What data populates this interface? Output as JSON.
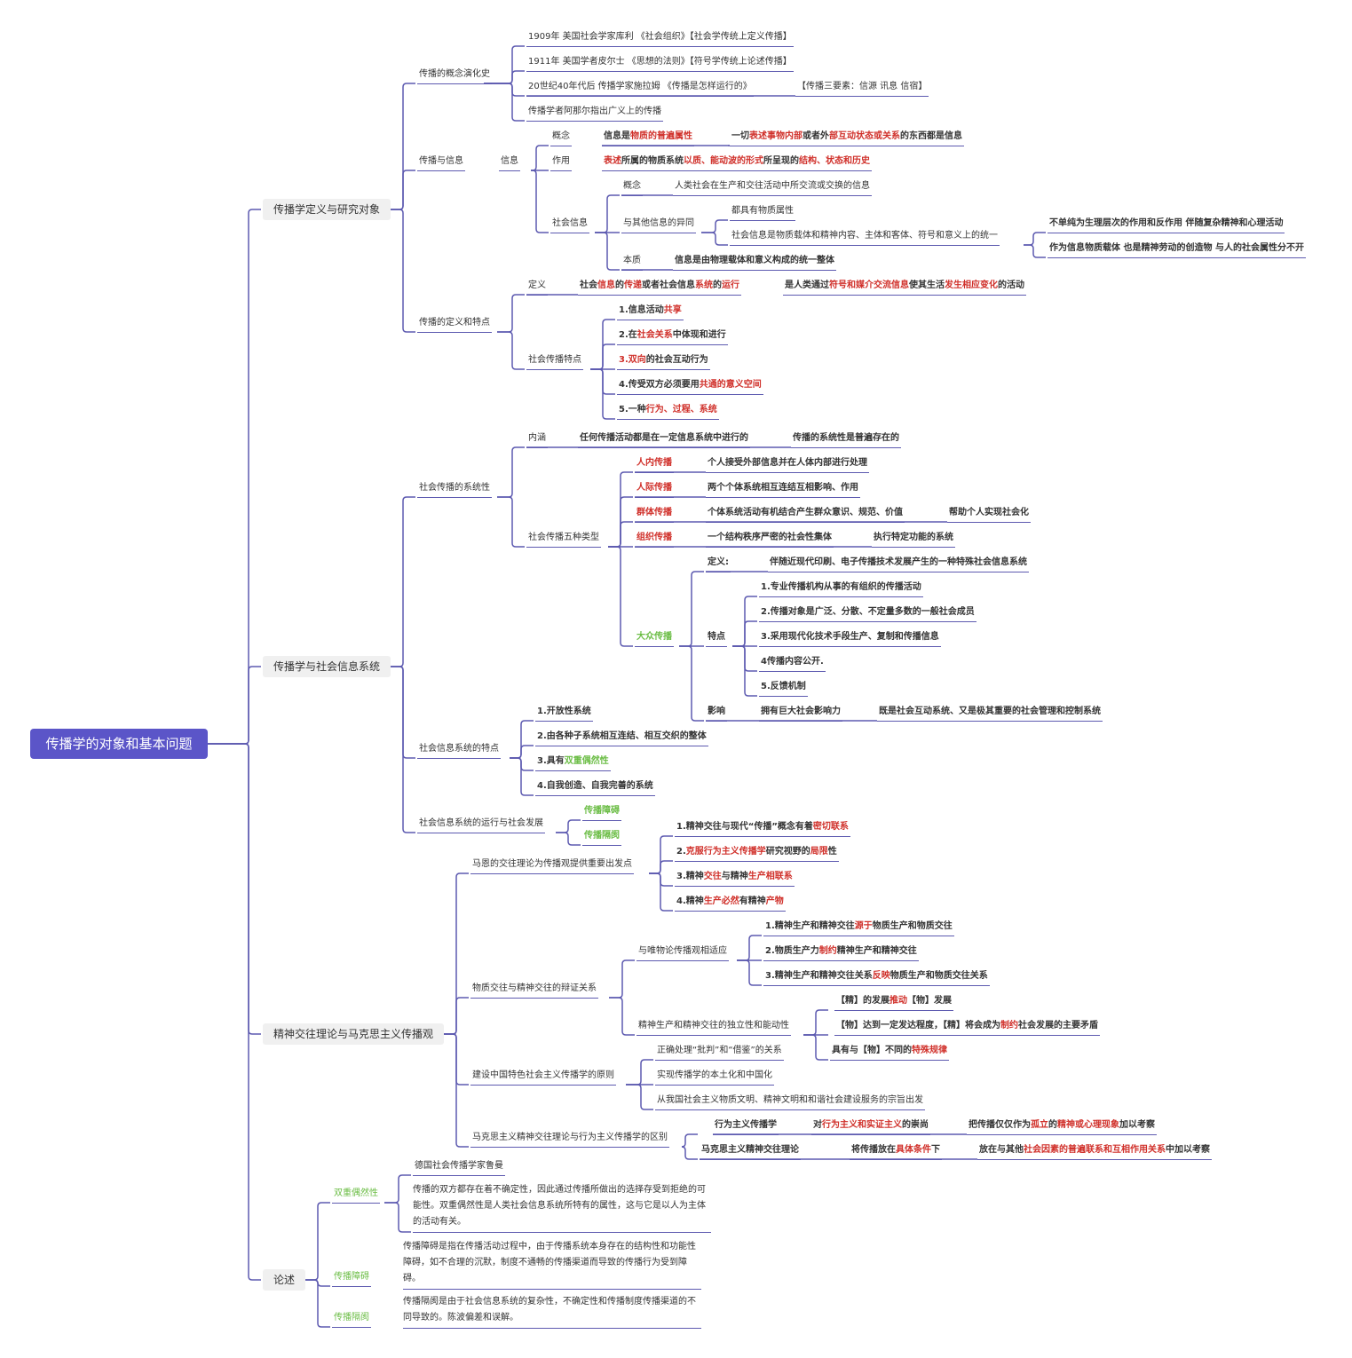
{
  "root": "传播学的对象和基本问题",
  "colors": {
    "line": "#5d5ab0",
    "root_bg": "#5b55c8",
    "emphasis": "#d0302a",
    "green": "#6bbd45"
  },
  "nodes": [
    {
      "id": "a",
      "t": [
        {
          "s": "传播学定义与研究对象"
        }
      ]
    },
    {
      "id": "a1",
      "t": [
        {
          "s": "传播的概念演化史"
        }
      ]
    },
    {
      "id": "a1a",
      "t": [
        {
          "s": "1909年 美国社会学家库利 《社会组织》【社会学传统上定义传播】"
        }
      ]
    },
    {
      "id": "a1b",
      "t": [
        {
          "s": "1911年 美国学者皮尔士 《思想的法则》【符号学传统上论述传播】"
        }
      ]
    },
    {
      "id": "a1c",
      "t": [
        {
          "s": "20世纪40年代后 传播学家施拉姆 《传播是怎样运行的》"
        }
      ]
    },
    {
      "id": "a1c2",
      "t": [
        {
          "s": "【传播三要素：信源 讯息 信宿】"
        }
      ]
    },
    {
      "id": "a1d",
      "t": [
        {
          "s": "传播学者阿那尔指出广义上的传播"
        }
      ]
    },
    {
      "id": "a2",
      "t": [
        {
          "s": "传播与信息"
        }
      ]
    },
    {
      "id": "a2a",
      "t": [
        {
          "s": "信息"
        }
      ]
    },
    {
      "id": "a2a1",
      "t": [
        {
          "s": "概念"
        }
      ]
    },
    {
      "id": "a2a1v",
      "t": [
        {
          "s": "信息是",
          "b": 1
        },
        {
          "s": "物质的普遍属性",
          "r": 1
        }
      ]
    },
    {
      "id": "a2a1w",
      "t": [
        {
          "s": "一切",
          "b": 1
        },
        {
          "s": "表述事物内部",
          "r": 1
        },
        {
          "s": "或者外",
          "b": 1
        },
        {
          "s": "部互动状态或关系",
          "r": 1
        },
        {
          "s": "的东西都是信息",
          "b": 1
        }
      ]
    },
    {
      "id": "a2a2",
      "t": [
        {
          "s": "作用"
        }
      ]
    },
    {
      "id": "a2a2v",
      "t": [
        {
          "s": "表述",
          "r": 1
        },
        {
          "s": "所属的物质系统",
          "b": 1
        },
        {
          "s": "以质、能动波的形式",
          "r": 1
        },
        {
          "s": "所呈现的",
          "b": 1
        },
        {
          "s": "结构、状态和历史",
          "r": 1
        }
      ]
    },
    {
      "id": "a2a3",
      "t": [
        {
          "s": "社会信息"
        }
      ]
    },
    {
      "id": "a2a3a",
      "t": [
        {
          "s": "概念"
        }
      ]
    },
    {
      "id": "a2a3av",
      "t": [
        {
          "s": "人类社会在生产和交往活动中所交流或交换的信息"
        }
      ]
    },
    {
      "id": "a2a3b",
      "t": [
        {
          "s": "与其他信息的异同"
        }
      ]
    },
    {
      "id": "a2a3b1",
      "t": [
        {
          "s": "都具有物质属性"
        }
      ]
    },
    {
      "id": "a2a3b2",
      "t": [
        {
          "s": "社会信息是物质载体和精神内容、主体和客体、符号和意义上的统一"
        }
      ]
    },
    {
      "id": "a2a3b2a",
      "t": [
        {
          "s": "不单纯为生理层次的作用和反作用 伴随复杂精神和心理活动",
          "b": 1
        }
      ]
    },
    {
      "id": "a2a3b2b",
      "t": [
        {
          "s": "作为信息物质载体 也是精神劳动的创造物 与人的社会属性分不开",
          "b": 1
        }
      ]
    },
    {
      "id": "a2a3c",
      "t": [
        {
          "s": "本质"
        }
      ]
    },
    {
      "id": "a2a3cv",
      "t": [
        {
          "s": "信息是由物理载体和意义构成的统一整体",
          "b": 1
        }
      ]
    },
    {
      "id": "a3",
      "t": [
        {
          "s": "传播的定义和特点"
        }
      ]
    },
    {
      "id": "a3a",
      "t": [
        {
          "s": "定义"
        }
      ]
    },
    {
      "id": "a3av",
      "t": [
        {
          "s": "社会",
          "b": 1
        },
        {
          "s": "信息",
          "r": 1
        },
        {
          "s": "的",
          "b": 1
        },
        {
          "s": "传递",
          "r": 1
        },
        {
          "s": "或者社会信息",
          "b": 1
        },
        {
          "s": "系统",
          "r": 1
        },
        {
          "s": "的",
          "b": 1
        },
        {
          "s": "运行",
          "r": 1
        }
      ]
    },
    {
      "id": "a3aw",
      "t": [
        {
          "s": "是人类通过",
          "b": 1
        },
        {
          "s": "符号和媒介交流信息",
          "r": 1
        },
        {
          "s": "使其生活",
          "b": 1
        },
        {
          "s": "发生相应变化",
          "r": 1
        },
        {
          "s": "的活动",
          "b": 1
        }
      ]
    },
    {
      "id": "a3b",
      "t": [
        {
          "s": "社会传播特点"
        }
      ]
    },
    {
      "id": "a3b1",
      "t": [
        {
          "s": "1.信息活动",
          "b": 1
        },
        {
          "s": "共享",
          "r": 1
        }
      ]
    },
    {
      "id": "a3b2",
      "t": [
        {
          "s": "2.在",
          "b": 1
        },
        {
          "s": "社会关系",
          "r": 1
        },
        {
          "s": "中体现和进行",
          "b": 1
        }
      ]
    },
    {
      "id": "a3b3",
      "t": [
        {
          "s": "3.双向",
          "r": 1
        },
        {
          "s": "的社会互动行为",
          "b": 1
        }
      ]
    },
    {
      "id": "a3b4",
      "t": [
        {
          "s": "4.传受双方必须要用",
          "b": 1
        },
        {
          "s": "共通的意义空间",
          "r": 1
        }
      ]
    },
    {
      "id": "a3b5",
      "t": [
        {
          "s": "5.一种",
          "b": 1
        },
        {
          "s": "行为、过程、系统",
          "r": 1
        }
      ]
    },
    {
      "id": "b",
      "t": [
        {
          "s": "传播学与社会信息系统"
        }
      ]
    },
    {
      "id": "b1",
      "t": [
        {
          "s": "社会传播的系统性"
        }
      ]
    },
    {
      "id": "b1a",
      "t": [
        {
          "s": "内涵"
        }
      ]
    },
    {
      "id": "b1av",
      "t": [
        {
          "s": "任何传播活动都是在一定信息系统中进行的",
          "b": 1
        }
      ]
    },
    {
      "id": "b1aw",
      "t": [
        {
          "s": "传播的系统性是普遍存在的",
          "b": 1
        }
      ]
    },
    {
      "id": "b1b",
      "t": [
        {
          "s": "社会传播五种类型"
        }
      ]
    },
    {
      "id": "b1b1",
      "t": [
        {
          "s": "人内传播",
          "r": 1
        }
      ]
    },
    {
      "id": "b1b1v",
      "t": [
        {
          "s": "个人接受外部信息并在人体内部进行处理",
          "b": 1
        }
      ]
    },
    {
      "id": "b1b2",
      "t": [
        {
          "s": "人际传播",
          "r": 1
        }
      ]
    },
    {
      "id": "b1b2v",
      "t": [
        {
          "s": "两个个体系统相互连结互相影响、作用",
          "b": 1
        }
      ]
    },
    {
      "id": "b1b3",
      "t": [
        {
          "s": "群体传播",
          "r": 1
        }
      ]
    },
    {
      "id": "b1b3v",
      "t": [
        {
          "s": "个体系统活动有机结合产生群众意识、规范、价值",
          "b": 1
        }
      ]
    },
    {
      "id": "b1b3w",
      "t": [
        {
          "s": "帮助个人实现社会化",
          "b": 1
        }
      ]
    },
    {
      "id": "b1b4",
      "t": [
        {
          "s": "组织传播",
          "r": 1
        }
      ]
    },
    {
      "id": "b1b4v",
      "t": [
        {
          "s": "一个结构秩序严密的社会性集体",
          "b": 1
        }
      ]
    },
    {
      "id": "b1b4w",
      "t": [
        {
          "s": "执行特定功能的系统",
          "b": 1
        }
      ]
    },
    {
      "id": "b1b5",
      "t": [
        {
          "s": "大众传播",
          "b": 1,
          "g": 1
        }
      ]
    },
    {
      "id": "b1b5a",
      "t": [
        {
          "s": "定义:",
          "b": 1
        }
      ]
    },
    {
      "id": "b1b5av",
      "t": [
        {
          "s": "伴随近现代印刷、电子传播技术发展产生的一种特殊社会信息系统",
          "b": 1
        }
      ]
    },
    {
      "id": "b1b5b",
      "t": [
        {
          "s": "特点",
          "b": 1
        }
      ]
    },
    {
      "id": "b1b5b1",
      "t": [
        {
          "s": "1.专业传播机构从事的有组织的传播活动",
          "b": 1
        }
      ]
    },
    {
      "id": "b1b5b2",
      "t": [
        {
          "s": "2.传播对象是广泛、分散、不定量多数的一般社会成员",
          "b": 1
        }
      ]
    },
    {
      "id": "b1b5b3",
      "t": [
        {
          "s": "3.采用现代化技术手段生产、复制和传播信息",
          "b": 1
        }
      ]
    },
    {
      "id": "b1b5b4",
      "t": [
        {
          "s": "4传播内容公开.",
          "b": 1
        }
      ]
    },
    {
      "id": "b1b5b5",
      "t": [
        {
          "s": "5.反馈机制",
          "b": 1
        }
      ]
    },
    {
      "id": "b1b5c",
      "t": [
        {
          "s": "影响",
          "b": 1
        }
      ]
    },
    {
      "id": "b1b5cv",
      "t": [
        {
          "s": "拥有巨大社会影响力",
          "b": 1
        }
      ]
    },
    {
      "id": "b1b5cw",
      "t": [
        {
          "s": "既是社会互动系统、又是极其重要的社会管理和控制系统",
          "b": 1
        }
      ]
    },
    {
      "id": "b2",
      "t": [
        {
          "s": "社会信息系统的特点"
        }
      ]
    },
    {
      "id": "b2a",
      "t": [
        {
          "s": "1.开放性系统",
          "b": 1
        }
      ]
    },
    {
      "id": "b2b",
      "t": [
        {
          "s": "2.由各种子系统相互连结、相互交织的整体",
          "b": 1
        }
      ]
    },
    {
      "id": "b2c",
      "t": [
        {
          "s": "3.具有",
          "b": 1
        },
        {
          "s": "双重偶然性",
          "b": 1,
          "g": 1
        }
      ]
    },
    {
      "id": "b2d",
      "t": [
        {
          "s": "4.自我创造、自我完善的系统",
          "b": 1
        }
      ]
    },
    {
      "id": "b3",
      "t": [
        {
          "s": "社会信息系统的运行与社会发展"
        }
      ]
    },
    {
      "id": "b3a",
      "t": [
        {
          "s": "传播障碍",
          "b": 1,
          "g": 1
        }
      ]
    },
    {
      "id": "b3b",
      "t": [
        {
          "s": "传播隔阂",
          "b": 1,
          "g": 1
        }
      ]
    },
    {
      "id": "c",
      "t": [
        {
          "s": "精神交往理论与马克思主义传播观"
        }
      ]
    },
    {
      "id": "c1",
      "t": [
        {
          "s": "马恩的交往理论为传播观提供重要出发点"
        }
      ]
    },
    {
      "id": "c1a",
      "t": [
        {
          "s": "1.精神交往与现代“传播”概念有着",
          "b": 1
        },
        {
          "s": "密切联系",
          "r": 1
        }
      ]
    },
    {
      "id": "c1b",
      "t": [
        {
          "s": "2.",
          "b": 1
        },
        {
          "s": "克服行为主义传播学",
          "r": 1
        },
        {
          "s": "研究视野的",
          "b": 1
        },
        {
          "s": "局限",
          "r": 1
        },
        {
          "s": "性",
          "b": 1
        }
      ]
    },
    {
      "id": "c1c",
      "t": [
        {
          "s": "3.精神",
          "b": 1
        },
        {
          "s": "交往",
          "r": 1
        },
        {
          "s": "与精神",
          "b": 1
        },
        {
          "s": "生产相联系",
          "r": 1
        }
      ]
    },
    {
      "id": "c1d",
      "t": [
        {
          "s": "4.精神",
          "b": 1
        },
        {
          "s": "生产必然",
          "r": 1
        },
        {
          "s": "有精神",
          "b": 1
        },
        {
          "s": "产物",
          "r": 1
        }
      ]
    },
    {
      "id": "c2",
      "t": [
        {
          "s": "物质交往与精神交往的辩证关系"
        }
      ]
    },
    {
      "id": "c2a",
      "t": [
        {
          "s": "与唯物论传播观相适应"
        }
      ]
    },
    {
      "id": "c2a1",
      "t": [
        {
          "s": "1.精神生产和精神交往",
          "b": 1
        },
        {
          "s": "源于",
          "r": 1
        },
        {
          "s": "物质生产和物质交往",
          "b": 1
        }
      ]
    },
    {
      "id": "c2a2",
      "t": [
        {
          "s": "2.物质生产力",
          "b": 1
        },
        {
          "s": "制约",
          "r": 1
        },
        {
          "s": "精神生产和精神交往",
          "b": 1
        }
      ]
    },
    {
      "id": "c2a3",
      "t": [
        {
          "s": "3.精神生产和精神交往关系",
          "b": 1
        },
        {
          "s": "反映",
          "r": 1
        },
        {
          "s": "物质生产和物质交往关系",
          "b": 1
        }
      ]
    },
    {
      "id": "c2b",
      "t": [
        {
          "s": "精神生产和精神交往的独立性和能动性"
        }
      ]
    },
    {
      "id": "c2b1",
      "t": [
        {
          "s": "【精】的发展",
          "b": 1
        },
        {
          "s": "推动",
          "r": 1
        },
        {
          "s": "【物】发展",
          "b": 1
        }
      ]
    },
    {
      "id": "c2b2",
      "t": [
        {
          "s": "【物】达到一定发达程度，【精】将会成为",
          "b": 1
        },
        {
          "s": "制约",
          "r": 1
        },
        {
          "s": "社会发展的主要矛盾",
          "b": 1
        }
      ]
    },
    {
      "id": "c2b3",
      "t": [
        {
          "s": "具有与【物】不同的",
          "b": 1
        },
        {
          "s": "特殊规律",
          "r": 1
        }
      ]
    },
    {
      "id": "c3",
      "t": [
        {
          "s": "建设中国特色社会主义传播学的原则"
        }
      ]
    },
    {
      "id": "c3a",
      "t": [
        {
          "s": "正确处理“批判”和“借鉴”的关系"
        }
      ]
    },
    {
      "id": "c3b",
      "t": [
        {
          "s": "实现传播学的本土化和中国化"
        }
      ]
    },
    {
      "id": "c3c",
      "t": [
        {
          "s": "从我国社会主义物质文明、精神文明和和谐社会建设服务的宗旨出发"
        }
      ]
    },
    {
      "id": "c4",
      "t": [
        {
          "s": "马克思主义精神交往理论与行为主义传播学的区别"
        }
      ]
    },
    {
      "id": "c4a",
      "t": [
        {
          "s": "行为主义传播学",
          "b": 1
        }
      ]
    },
    {
      "id": "c4av",
      "t": [
        {
          "s": "对",
          "b": 1
        },
        {
          "s": "行为主义和实证主义",
          "r": 1
        },
        {
          "s": "的崇尚",
          "b": 1
        }
      ]
    },
    {
      "id": "c4aw",
      "t": [
        {
          "s": "把传播仅仅作为",
          "b": 1
        },
        {
          "s": "孤立",
          "r": 1
        },
        {
          "s": "的",
          "b": 1
        },
        {
          "s": "精神或心理现象",
          "r": 1
        },
        {
          "s": "加以考察",
          "b": 1
        }
      ]
    },
    {
      "id": "c4b",
      "t": [
        {
          "s": "马克思主义精神交往理论",
          "b": 1
        }
      ]
    },
    {
      "id": "c4bv",
      "t": [
        {
          "s": "将传播放在",
          "b": 1
        },
        {
          "s": "具体条件",
          "r": 1
        },
        {
          "s": "下",
          "b": 1
        }
      ]
    },
    {
      "id": "c4bw",
      "t": [
        {
          "s": "放在与其他",
          "b": 1
        },
        {
          "s": "社会因素的普遍联系和互相作用关系",
          "r": 1
        },
        {
          "s": "中加以考察",
          "b": 1
        }
      ]
    },
    {
      "id": "d",
      "t": [
        {
          "s": "论述"
        }
      ]
    },
    {
      "id": "d1",
      "t": [
        {
          "s": "双重偶然性",
          "g": 1
        }
      ]
    },
    {
      "id": "d1a",
      "t": [
        {
          "s": "德国社会传播学家鲁曼"
        }
      ]
    },
    {
      "id": "d2",
      "t": [
        {
          "s": "传播障碍",
          "g": 1
        }
      ]
    },
    {
      "id": "d3",
      "t": [
        {
          "s": "传播隔阂",
          "g": 1
        }
      ]
    }
  ],
  "paragraphs": {
    "d1b": "传播的双方都存在着不确定性，因此通过传播所做出的选择存受到拒绝的可能性。双重偶然性是人类社会信息系统所特有的属性，这与它是以人为主体的活动有关。",
    "d2a": "传播障碍是指在传播活动过程中，由于传播系统本身存在的结构性和功能性障碍，如不合理的沉默，制度不通畅的传播渠道而导致的传播行为受到障碍。",
    "d3a": "传播隔阂是由于社会信息系统的复杂性，不确定性和传播制度传播渠道的不同导致的。陈波偏差和误解。"
  }
}
